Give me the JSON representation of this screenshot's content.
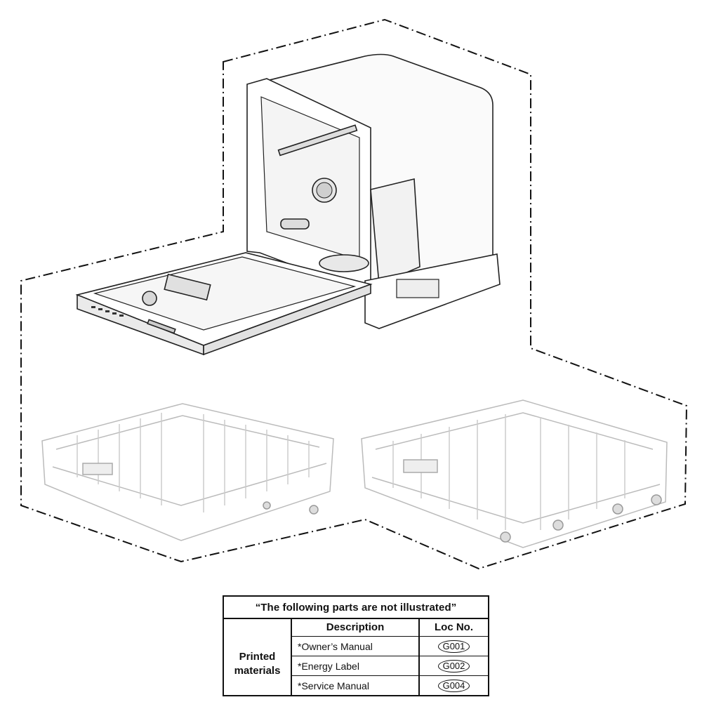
{
  "diagram": {
    "components": [
      {
        "id": "dishwasher-tub-assembly",
        "label": ""
      },
      {
        "id": "upper-rack-assembly",
        "label": ""
      },
      {
        "id": "lower-rack-assembly",
        "label": ""
      }
    ]
  },
  "parts_table": {
    "title": "“The following parts are not illustrated”",
    "category": "Printed\nmaterials",
    "category_line1": "Printed",
    "category_line2": "materials",
    "header_description": "Description",
    "header_loc": "Loc No.",
    "rows": [
      {
        "description": "*Owner’s Manual",
        "loc": "G001"
      },
      {
        "description": "*Energy Label",
        "loc": "G002"
      },
      {
        "description": "*Service Manual",
        "loc": "G004"
      }
    ]
  }
}
